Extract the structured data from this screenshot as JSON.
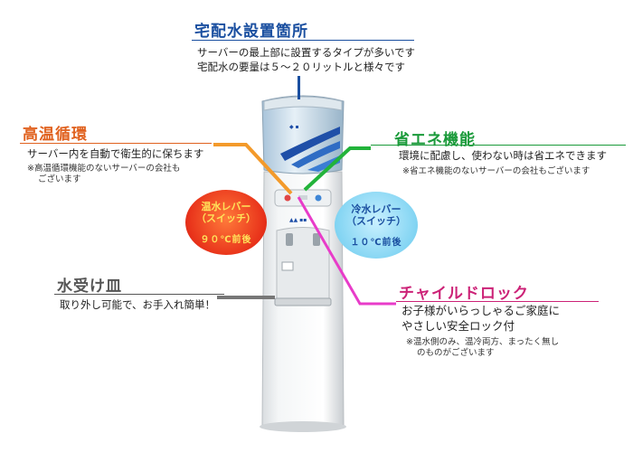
{
  "top": {
    "title": "宅配水設置箇所",
    "line1": "サーバーの最上部に設置するタイプが多いです",
    "line2": "宅配水の要量は５～２０リットルと様々です",
    "color": "#1a4fa0"
  },
  "hot_circulation": {
    "title": "高温循環",
    "desc": "サーバー内を自動で衛生的に保ちます",
    "note1": "※高温循環機能のないサーバーの会社も",
    "note2": "ございます",
    "color": "#e0611e",
    "line_color": "#f39a2b"
  },
  "eco": {
    "title": "省エネ機能",
    "desc": "環境に配慮し、使わない時は省エネできます",
    "note": "※省エネ機能のないサーバーの会社もございます",
    "color": "#1a9a3a",
    "line_color": "#22b33a"
  },
  "hot_lever": {
    "line1": "温水レバー",
    "line2": "（スイッチ）",
    "temp": "９０℃前後",
    "color": "#e8321a"
  },
  "cold_lever": {
    "line1": "冷水レバー",
    "line2": "（スイッチ）",
    "temp": "１０℃前後",
    "color": "#7fd3f2"
  },
  "drip_tray": {
    "title": "水受け皿",
    "desc": "取り外し可能で、お手入れ簡単！",
    "color": "#555555",
    "line_color": "#777777"
  },
  "child_lock": {
    "title": "チャイルドロック",
    "line1": "お子様がいらっしゃるご家庭に",
    "line2": "やさしい安全ロック付",
    "note1": "※温水側のみ、温冷両方、まったく無し",
    "note2": "のものがございます",
    "color": "#cc2277",
    "line_color": "#e83cc9"
  }
}
